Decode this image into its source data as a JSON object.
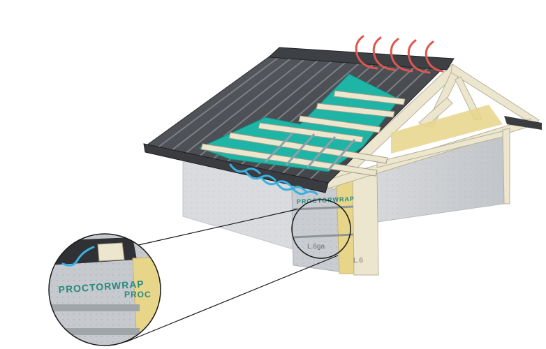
{
  "diagram": {
    "labels": {
      "membrane_brand_zoom": "PROCTORWRAP",
      "membrane_brand_zoom_partial": "PROC",
      "membrane_brand_wall": "PROCTORWRAP",
      "membrane_mark": "L.6ga",
      "membrane_mark_wall": "L.6"
    },
    "colors": {
      "roof_sheet": "#4a4c50",
      "roof_sheet_light": "#6b6e73",
      "breather_membrane": "#1fb5a6",
      "timber": "#ece6cf",
      "insulation": "#e7d58a",
      "wall_membrane": "#cdd0d3",
      "heat_waves": "#e0574f",
      "cold_air_waves": "#3ab0e0",
      "outline": "#1a1a1a"
    },
    "icons": [
      "heat-waves-icon",
      "airflow-waves-icon",
      "magnifier-callout-icon"
    ]
  }
}
